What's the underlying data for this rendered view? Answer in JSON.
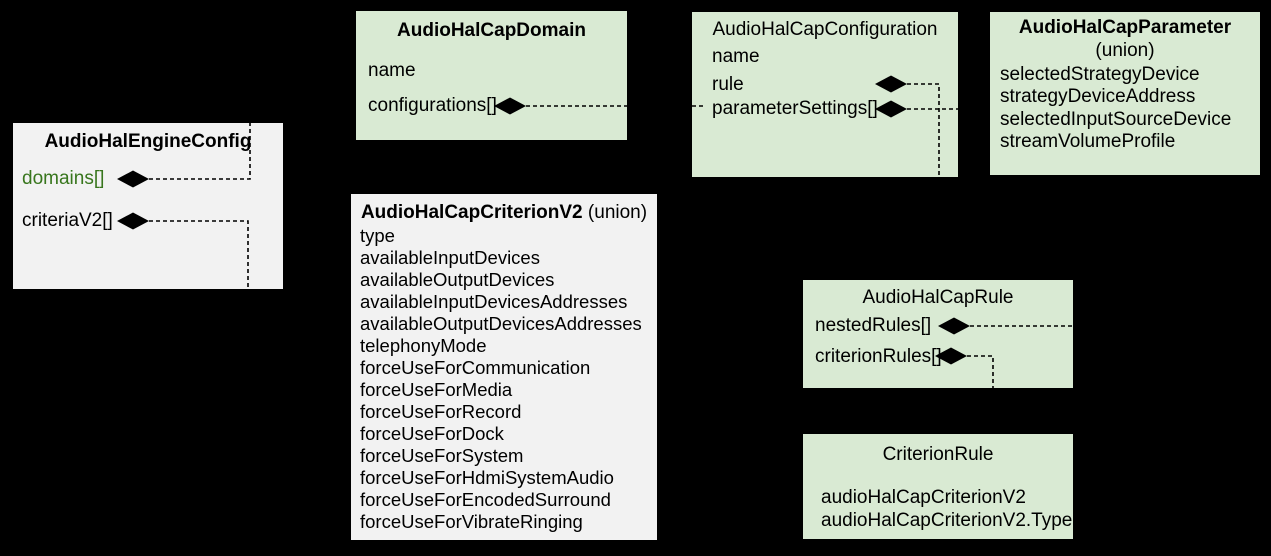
{
  "diagram": {
    "background_color": "#000000",
    "colors": {
      "box_green": "#d9ead3",
      "box_gray": "#f2f2f2",
      "text": "#000000",
      "accent_green": "#38761d",
      "connector": "#000000"
    },
    "connector_style": "dashed-line-with-filled-composition-diamond"
  },
  "boxes": {
    "engine_config": {
      "title": "AudioHalEngineConfig",
      "fields": [
        "domains[]",
        "criteriaV2[]"
      ]
    },
    "cap_domain": {
      "title": "AudioHalCapDomain",
      "fields": [
        "name",
        "configurations[]"
      ]
    },
    "cap_configuration": {
      "title": "AudioHalCapConfiguration",
      "fields": [
        "name",
        "rule",
        "parameterSettings[]"
      ]
    },
    "cap_parameter": {
      "title": "AudioHalCapParameter",
      "title_suffix": "(union)",
      "fields": [
        "selectedStrategyDevice",
        "strategyDeviceAddress",
        "selectedInputSourceDevice",
        "streamVolumeProfile"
      ]
    },
    "cap_criterion_v2": {
      "title": "AudioHalCapCriterionV2",
      "title_suffix": " (union)",
      "fields": [
        "type",
        "availableInputDevices",
        "availableOutputDevices",
        "availableInputDevicesAddresses",
        "availableOutputDevicesAddresses",
        "telephonyMode",
        "forceUseForCommunication",
        "forceUseForMedia",
        "forceUseForRecord",
        "forceUseForDock",
        "forceUseForSystem",
        "forceUseForHdmiSystemAudio",
        "forceUseForEncodedSurround",
        "forceUseForVibrateRinging"
      ]
    },
    "cap_rule": {
      "title": "AudioHalCapRule",
      "fields": [
        "nestedRules[]",
        "criterionRules[]"
      ]
    },
    "criterion_rule": {
      "title": "CriterionRule",
      "fields": [
        "audioHalCapCriterionV2",
        "audioHalCapCriterionV2.Type"
      ]
    }
  }
}
